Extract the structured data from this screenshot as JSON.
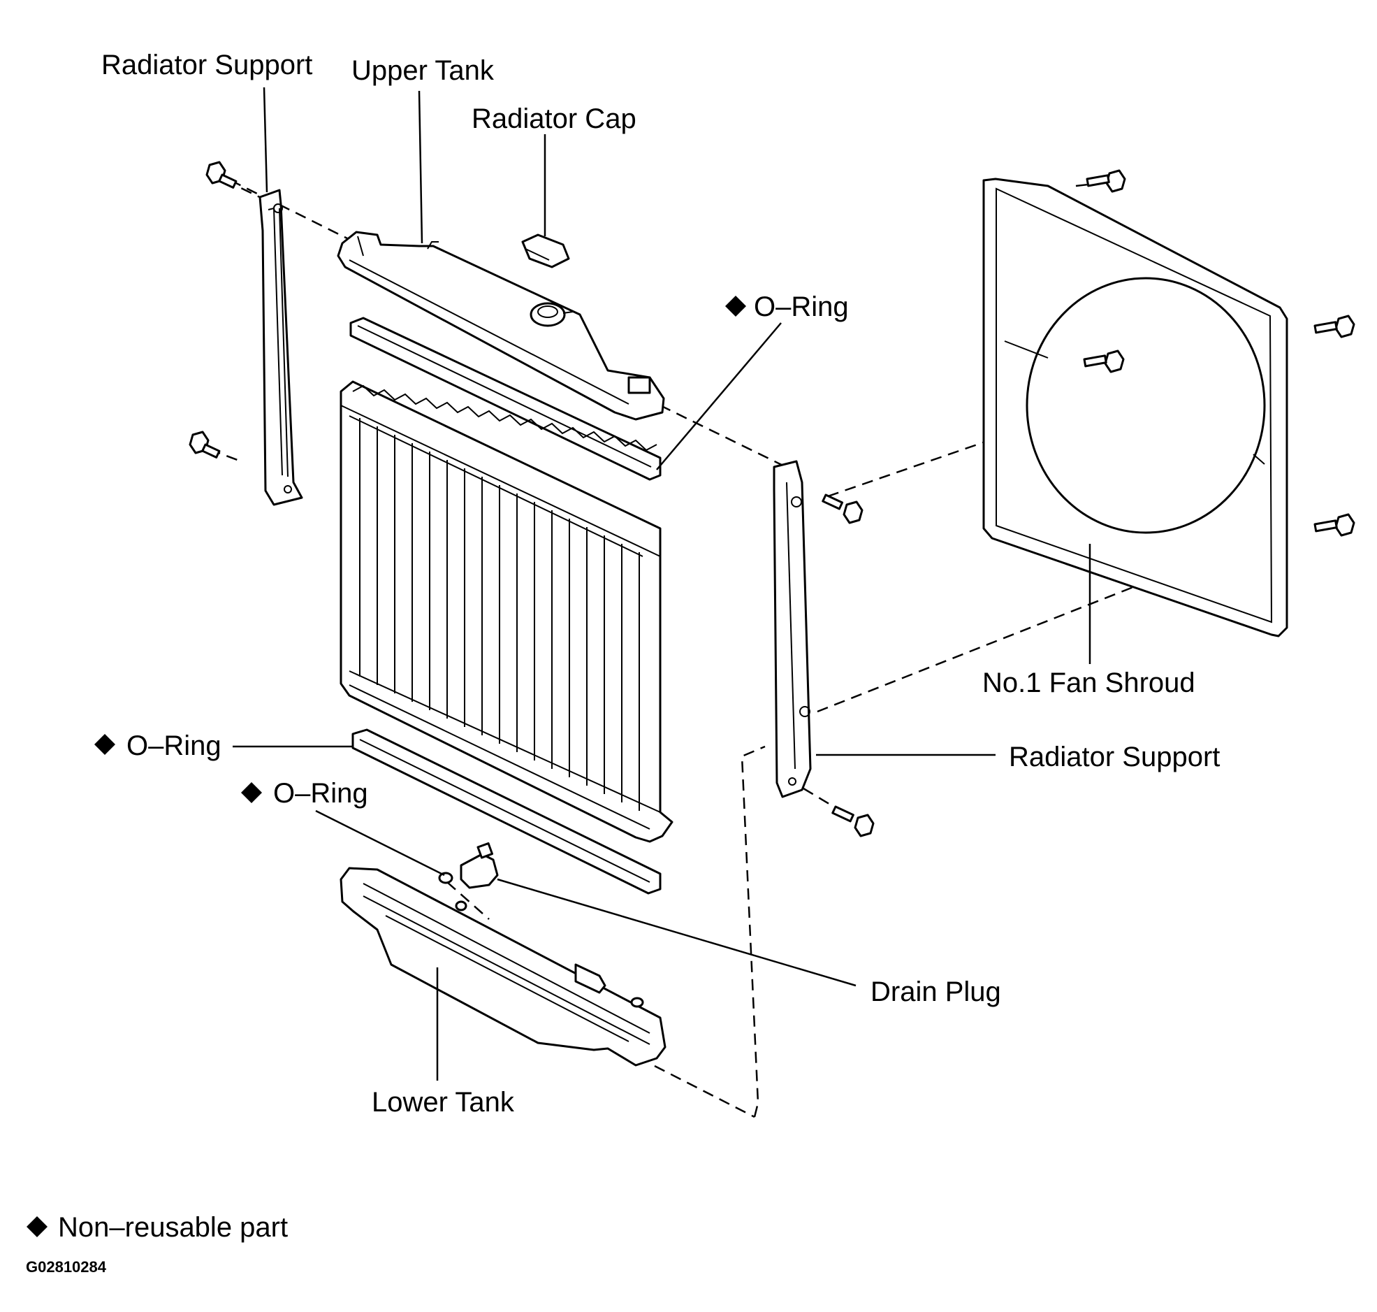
{
  "labels": {
    "radiator_support_left": "Radiator Support",
    "upper_tank": "Upper Tank",
    "radiator_cap": "Radiator Cap",
    "o_ring_upper": "O–Ring",
    "o_ring_lower": "O–Ring",
    "o_ring_drain": "O–Ring",
    "fan_shroud": "No.1 Fan Shroud",
    "radiator_support_right": "Radiator Support",
    "drain_plug": "Drain Plug",
    "lower_tank": "Lower Tank"
  },
  "legend": {
    "text": "Non–reusable part"
  },
  "figure_code": "G02810284",
  "colors": {
    "line": "#000000",
    "background": "#ffffff"
  }
}
